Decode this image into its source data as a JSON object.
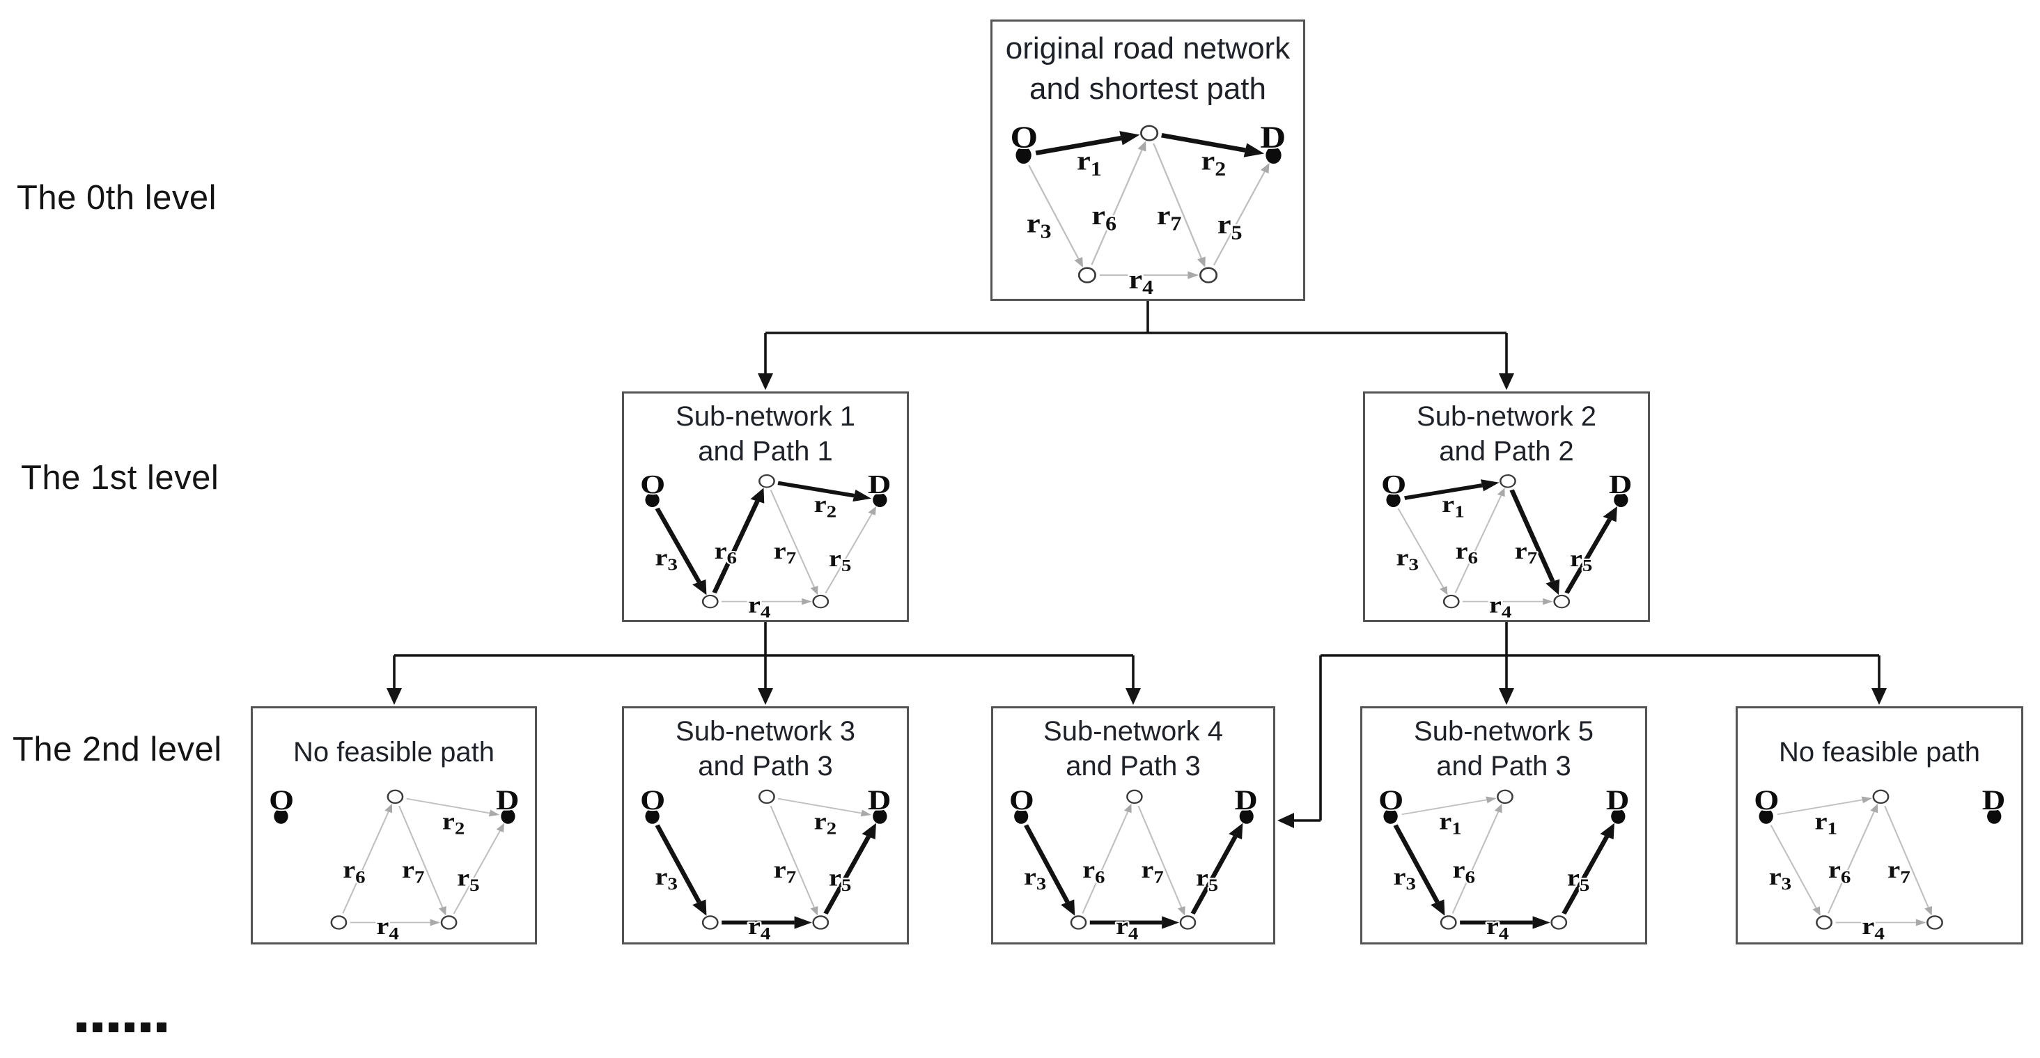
{
  "diagram": {
    "level_labels": [
      "The 0th level",
      "The 1st level",
      "The 2nd level"
    ],
    "ellipsis": "......",
    "node_labels": {
      "origin": "O",
      "destination": "D"
    },
    "colors": {
      "path_edge": "#121212",
      "open_edge": "#bfbfbf",
      "open_arrow": "#a9a9a9",
      "connector": "#141414",
      "box_border": "#545454",
      "title_text": "#1e2128"
    },
    "edges": {
      "r1": {
        "label": "r",
        "sub": "1",
        "from": "O",
        "to": "T"
      },
      "r2": {
        "label": "r",
        "sub": "2",
        "from": "T",
        "to": "D"
      },
      "r3": {
        "label": "r",
        "sub": "3",
        "from": "O",
        "to": "BL"
      },
      "r4": {
        "label": "r",
        "sub": "4",
        "from": "BL",
        "to": "BR"
      },
      "r5": {
        "label": "r",
        "sub": "5",
        "from": "BR",
        "to": "D"
      },
      "r6": {
        "label": "r",
        "sub": "6",
        "from": "BL",
        "to": "T"
      },
      "r7": {
        "label": "r",
        "sub": "7",
        "from": "T",
        "to": "BR"
      }
    },
    "boxes": [
      {
        "id": "original",
        "title": [
          "original road network",
          "and  shortest path"
        ],
        "level": 0,
        "edge_states": {
          "r1": "path",
          "r2": "path",
          "r3": "open",
          "r4": "open",
          "r5": "open",
          "r6": "open",
          "r7": "open"
        }
      },
      {
        "id": "subnetwork-1",
        "title": [
          "Sub-network 1",
          "and Path 1"
        ],
        "level": 1,
        "edge_states": {
          "r2": "path",
          "r3": "path",
          "r4": "open",
          "r5": "open",
          "r6": "path",
          "r7": "open"
        }
      },
      {
        "id": "subnetwork-2",
        "title": [
          "Sub-network 2",
          "and Path 2"
        ],
        "level": 1,
        "edge_states": {
          "r1": "path",
          "r3": "open",
          "r4": "open",
          "r5": "path",
          "r6": "open",
          "r7": "path"
        }
      },
      {
        "id": "no-feasible-left",
        "title": [
          "No feasible path"
        ],
        "level": 2,
        "edge_states": {
          "r2": "open",
          "r4": "open",
          "r5": "open",
          "r6": "open",
          "r7": "open"
        }
      },
      {
        "id": "subnetwork-3",
        "title": [
          "Sub-network 3",
          "and Path 3"
        ],
        "level": 2,
        "edge_states": {
          "r2": "open",
          "r3": "path",
          "r4": "path",
          "r5": "path",
          "r7": "open"
        }
      },
      {
        "id": "subnetwork-4",
        "title": [
          "Sub-network 4",
          "and Path 3"
        ],
        "level": 2,
        "edge_states": {
          "r3": "path",
          "r4": "path",
          "r5": "path",
          "r6": "open",
          "r7": "open"
        }
      },
      {
        "id": "subnetwork-5",
        "title": [
          "Sub-network 5",
          "and Path 3"
        ],
        "level": 2,
        "edge_states": {
          "r1": "open",
          "r3": "path",
          "r4": "path",
          "r5": "path",
          "r6": "open"
        }
      },
      {
        "id": "no-feasible-right",
        "title": [
          "No feasible path"
        ],
        "level": 2,
        "edge_states": {
          "r1": "open",
          "r3": "open",
          "r4": "open",
          "r6": "open",
          "r7": "open"
        }
      }
    ],
    "tree": [
      {
        "from": "original",
        "to": [
          "subnetwork-1",
          "subnetwork-2"
        ]
      },
      {
        "from": "subnetwork-1",
        "to": [
          "no-feasible-left",
          "subnetwork-3",
          "subnetwork-4"
        ]
      },
      {
        "from": "subnetwork-2",
        "to": [
          "subnetwork-4",
          "subnetwork-5",
          "no-feasible-right"
        ]
      }
    ]
  }
}
